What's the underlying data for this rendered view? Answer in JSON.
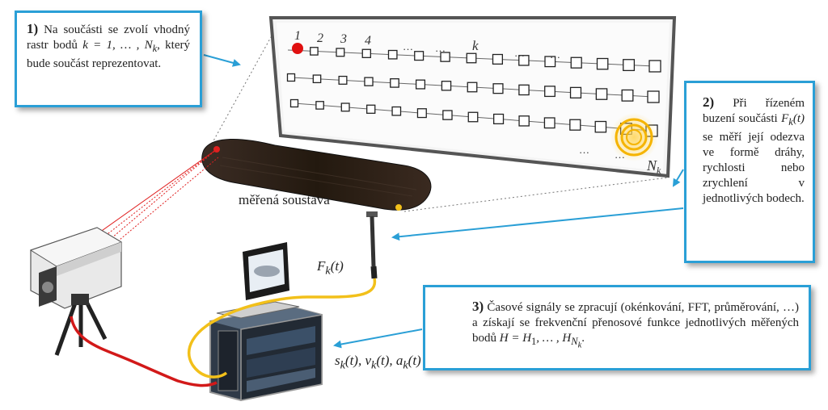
{
  "box1": {
    "num": "1)",
    "text_a": "Na součásti se zvolí vhodný rastr bodů ",
    "math": "k = 1, … , N",
    "math_sub": "k",
    "text_b": ", který bude součást reprezentovat."
  },
  "box2": {
    "num": "2)",
    "text_a": "Při řízeném buzení součásti ",
    "math": "F",
    "math_sub": "k",
    "math_arg": "(t)",
    "text_b": " se měří její odezva ve formě dráhy, rychlosti nebo zrychlení v jednotlivých bodech."
  },
  "box3": {
    "num": "3)",
    "text_a": "Časové signály se zpracují (okénkování, FFT, průměrování, …) a získají se frekvenční přenosové funkce jednotlivých měřených bodů ",
    "math": "H = H",
    "math_sub1": "1",
    "math_mid": ", … , H",
    "math_sub2": "N",
    "math_subsub": "k",
    "text_b": "."
  },
  "labels": {
    "system": "měřená soustava",
    "force_main": "F",
    "force_sub": "k",
    "force_arg": "(t)",
    "signals": "s_k(t), v_k(t), a_k(t)"
  },
  "grid_labels": {
    "p1": "1",
    "p2": "2",
    "p3": "3",
    "p4": "4",
    "pk": "k",
    "pN": "N",
    "pN_sub": "k",
    "dots": "…"
  },
  "colors": {
    "accent": "#2a9fd6",
    "laser": "#e02020",
    "cable_red": "#d21919",
    "cable_yellow": "#f2c01a",
    "board": "#2b211c",
    "panel_border": "#555555",
    "excite_ring": "#f5b400"
  }
}
